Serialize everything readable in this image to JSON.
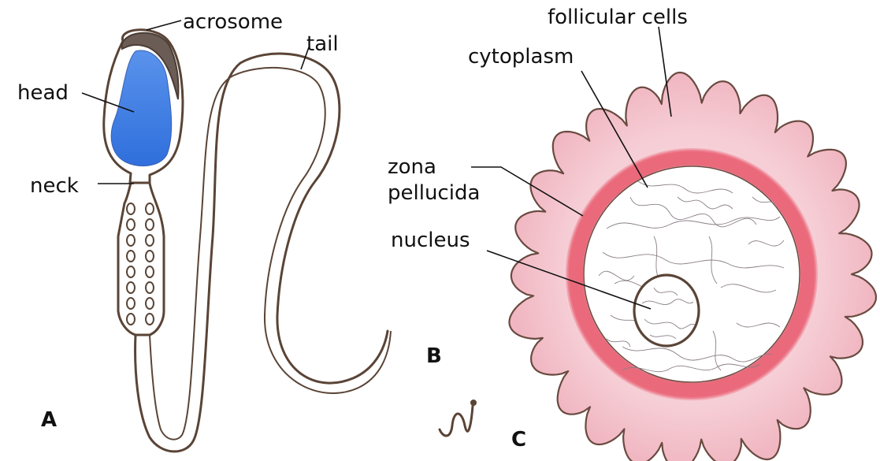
{
  "labels": {
    "acrosome": "acrosome",
    "tail": "tail",
    "head": "head",
    "neck": "neck",
    "follicular_cells": "follicular cells",
    "cytoplasm": "cytoplasm",
    "zona_line1": "zona",
    "zona_line2": "pellucida",
    "nucleus": "nucleus"
  },
  "panels": {
    "a": "A",
    "b": "B",
    "c": "C"
  },
  "colors": {
    "head_fill": "#3f7fe6",
    "acrosome_fill": "#6b5d55",
    "follicular_fill": "#f4c9d0",
    "zona_band": "#e8586b",
    "outline": "#5a4436"
  }
}
